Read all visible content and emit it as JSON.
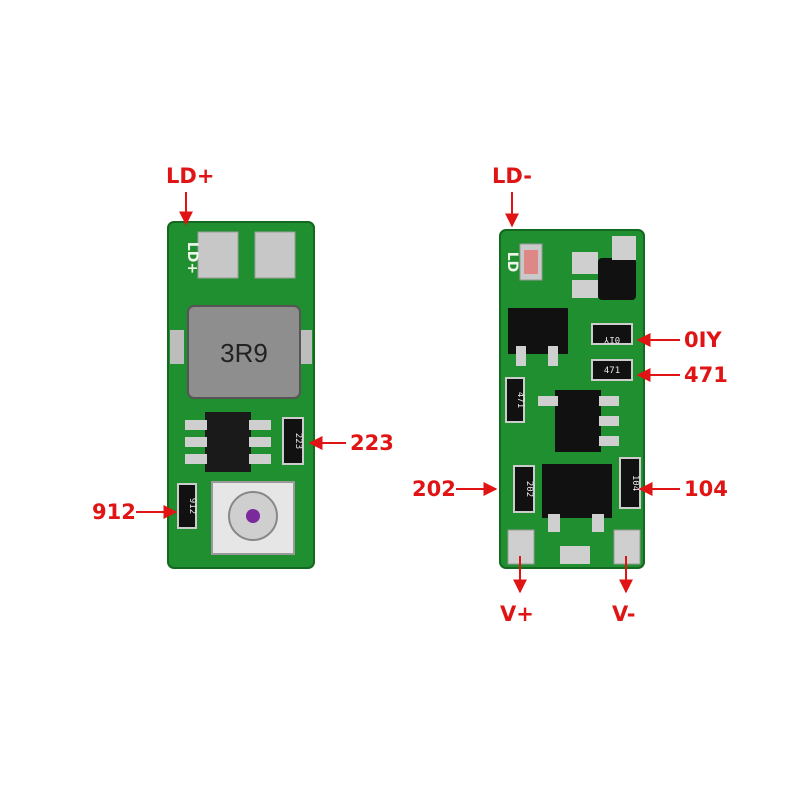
{
  "colors": {
    "pcb": "#1f8f2f",
    "pcb_dark": "#177326",
    "pad": "#c9c9c9",
    "arrow": "#e01414"
  },
  "left_board": {
    "silkscreen": "LD+",
    "inductor_marking": "3R9",
    "resistor_a": "223",
    "resistor_b": "912"
  },
  "right_board": {
    "silkscreen": "LD",
    "resistor_0iy": "0IY",
    "resistor_471": "471",
    "resistor_471_side": "471",
    "resistor_202": "202",
    "resistor_104": "104"
  },
  "callouts": {
    "ld_plus": "LD+",
    "ld_minus": "LD-",
    "r_223": "223",
    "r_912": "912",
    "r_0iy": "0IY",
    "r_471": "471",
    "r_202": "202",
    "r_104": "104",
    "v_plus": "V+",
    "v_minus": "V-"
  }
}
